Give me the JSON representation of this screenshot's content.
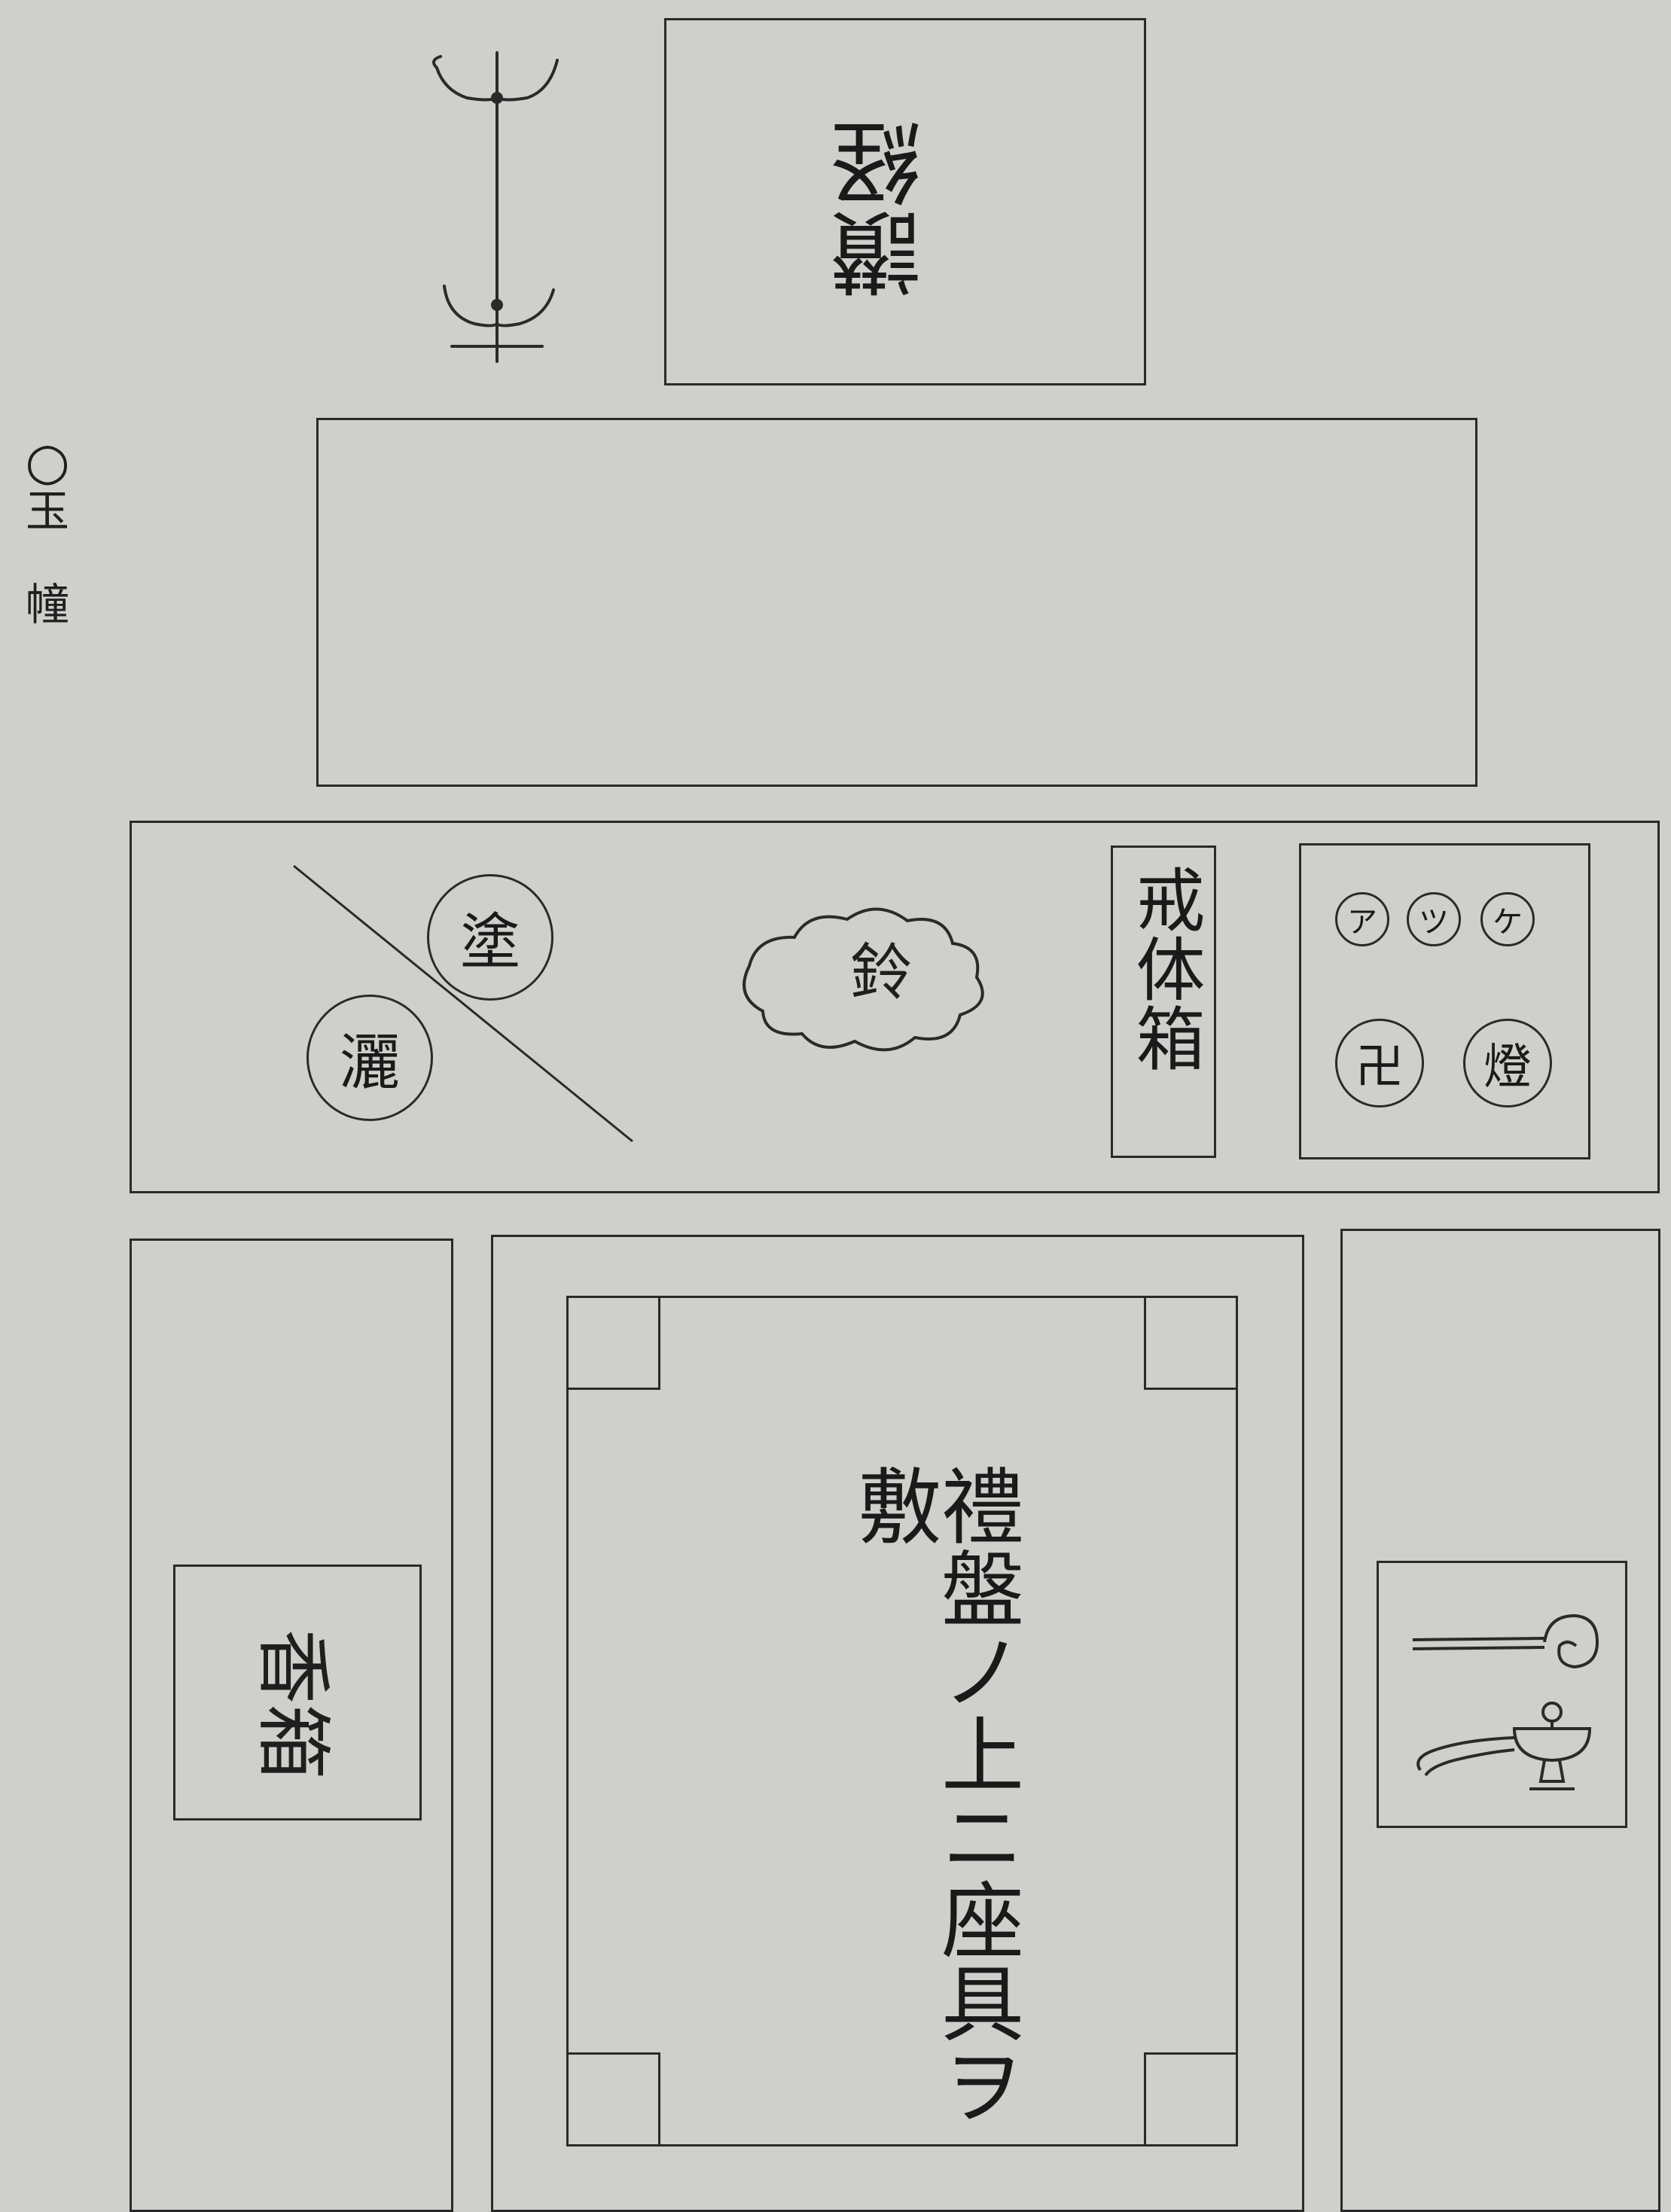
{
  "side_title": {
    "mark": "○",
    "char1": "玉",
    "char2": "幢"
  },
  "top_box": {
    "text": "讃経"
  },
  "panel": {
    "circle_left_upper": "塗",
    "circle_left_lower": "灑",
    "cloud_label": "鈴",
    "narrow_box": "戒体箱",
    "small_circles": [
      "ア",
      "ツ",
      "ケ"
    ],
    "circle_swastika": "卍",
    "circle_lamp": "燈"
  },
  "left_bottom_box": {
    "text": "香箱"
  },
  "center_box": {
    "text": "禮盤ノ上ニ座具ヲ敷"
  },
  "right_bottom_box": {
    "items": [
      "spoon-icon",
      "censer-icon"
    ]
  }
}
